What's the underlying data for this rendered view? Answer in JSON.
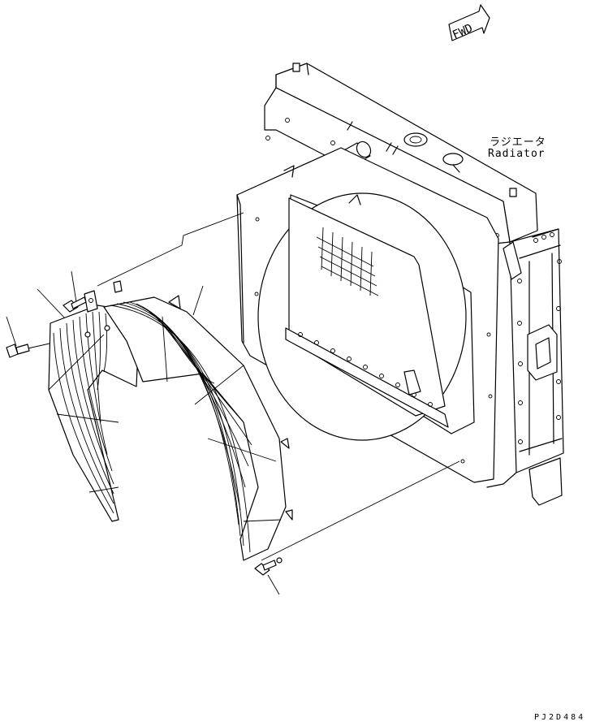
{
  "direction_marker": {
    "label": "FWD"
  },
  "radiator_label": {
    "japanese": "ラジエータ",
    "english": "Radiator"
  },
  "drawing_code": "PJ2D484"
}
